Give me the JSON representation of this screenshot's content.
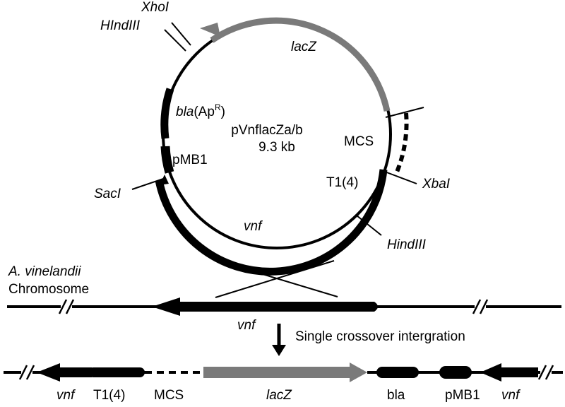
{
  "colors": {
    "line": "#000000",
    "lacz": "#7a7a7a",
    "background": "#ffffff"
  },
  "plasmid": {
    "name": "pVnflacZa/b",
    "size": "9.3 kb",
    "features": {
      "lacz": "lacZ",
      "bla_name": "bla",
      "bla_paren_open": "(Ap",
      "bla_sup": "R",
      "bla_paren_close": ")",
      "pmb1": "pMB1",
      "mcs": "MCS",
      "t1": "T1(4)",
      "vnf": "vnf"
    },
    "sites": {
      "xhoi": "XhoI",
      "hindiii_top": "HIndIII",
      "saci": "SacI",
      "xbai": "XbaI",
      "hindiii_right": "HindIII"
    }
  },
  "chromosome": {
    "organism": "A. vinelandii",
    "label": "Chromosome",
    "gene": "vnf"
  },
  "arrow_label": "Single crossover intergration",
  "result": {
    "vnf_left": "vnf",
    "t1": "T1(4)",
    "mcs": "MCS",
    "lacz": "lacZ",
    "bla": "bla",
    "pmb1": "pMB1",
    "vnf_right": "vnf"
  }
}
